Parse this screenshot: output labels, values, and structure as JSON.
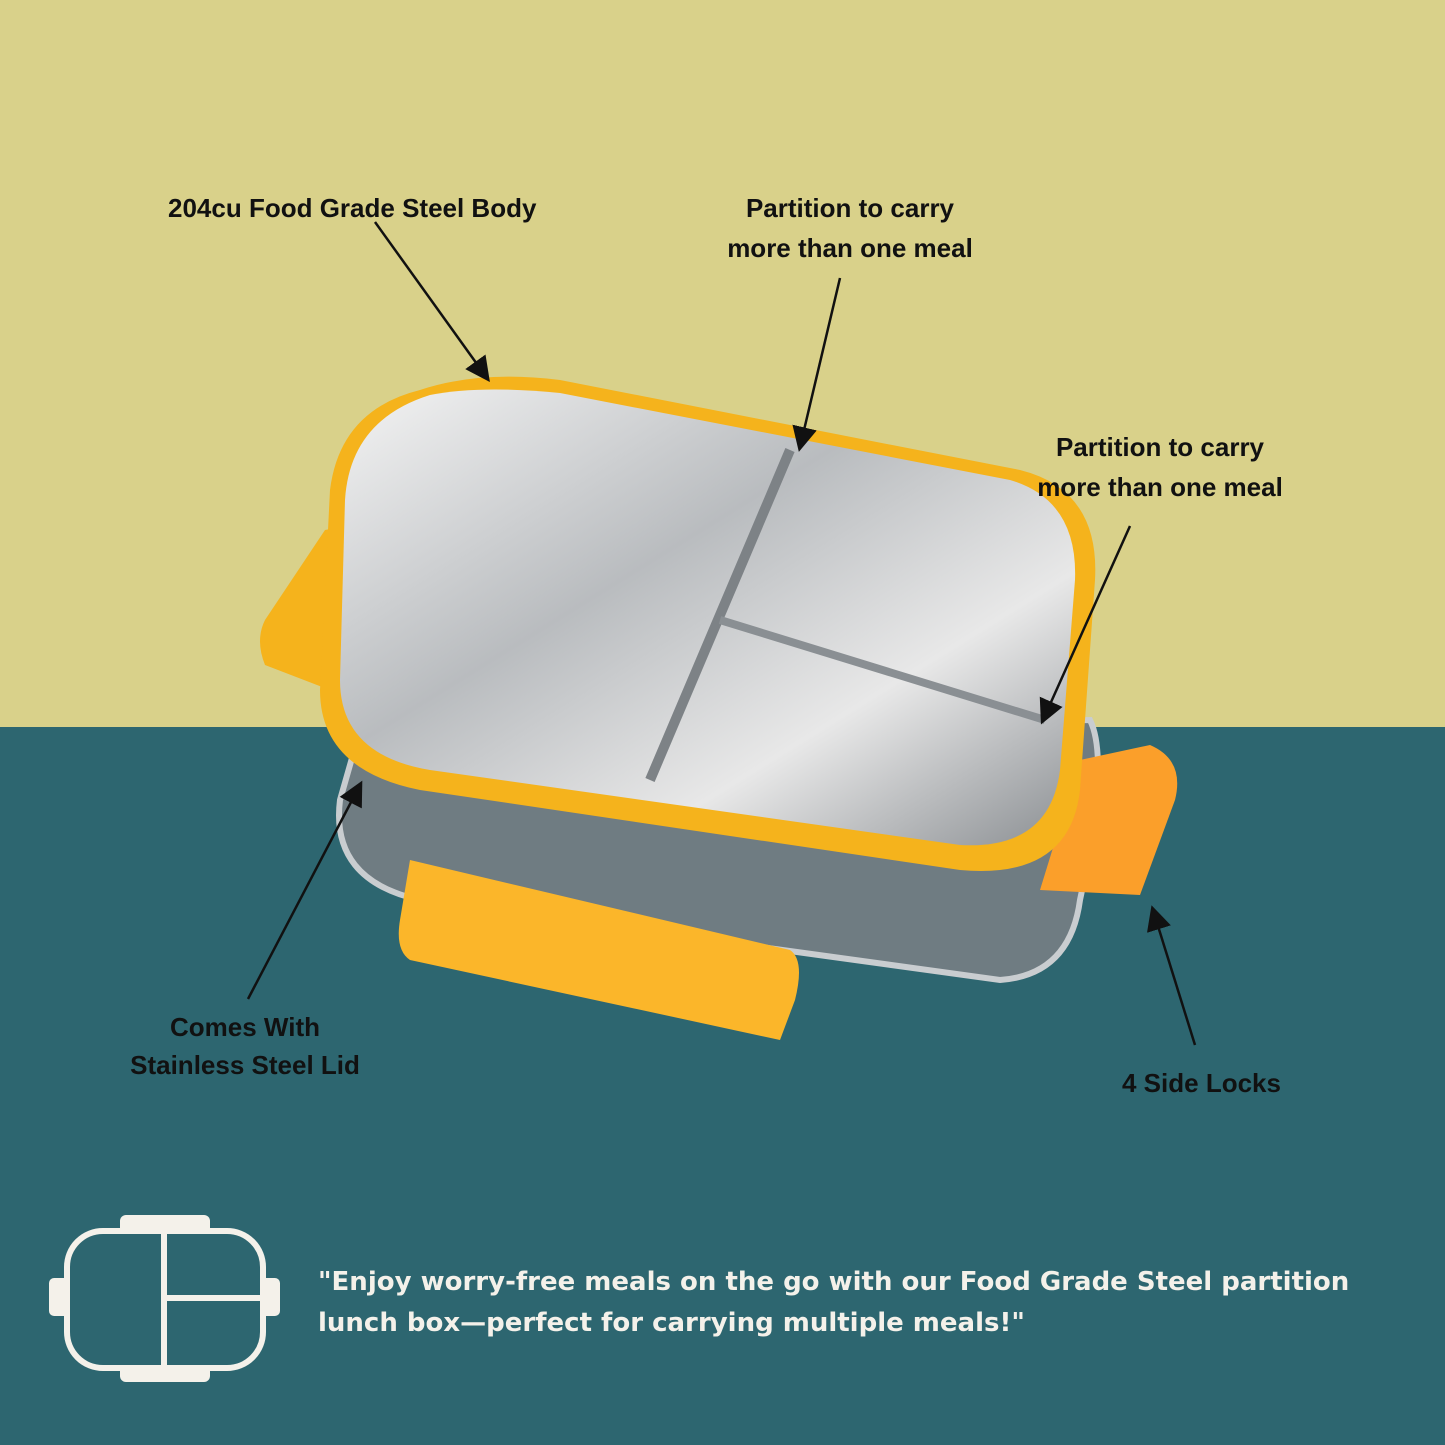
{
  "labels": {
    "body": "204cu Food Grade Steel Body",
    "partition1_line1": "Partition to carry",
    "partition1_line2": "more than one meal",
    "partition2_line1": "Partition to carry",
    "partition2_line2": "more than one meal",
    "lid_line1": "Comes With",
    "lid_line2": "Stainless Steel Lid",
    "locks": "4 Side Locks"
  },
  "quote": "\"Enjoy worry-free meals on the go with our Food Grade Steel partition lunch box—perfect for carrying multiple meals!\"",
  "colors": {
    "top_bg": "#d9d18a",
    "bottom_bg": "#2d6670",
    "accent": "#f5b31c"
  }
}
